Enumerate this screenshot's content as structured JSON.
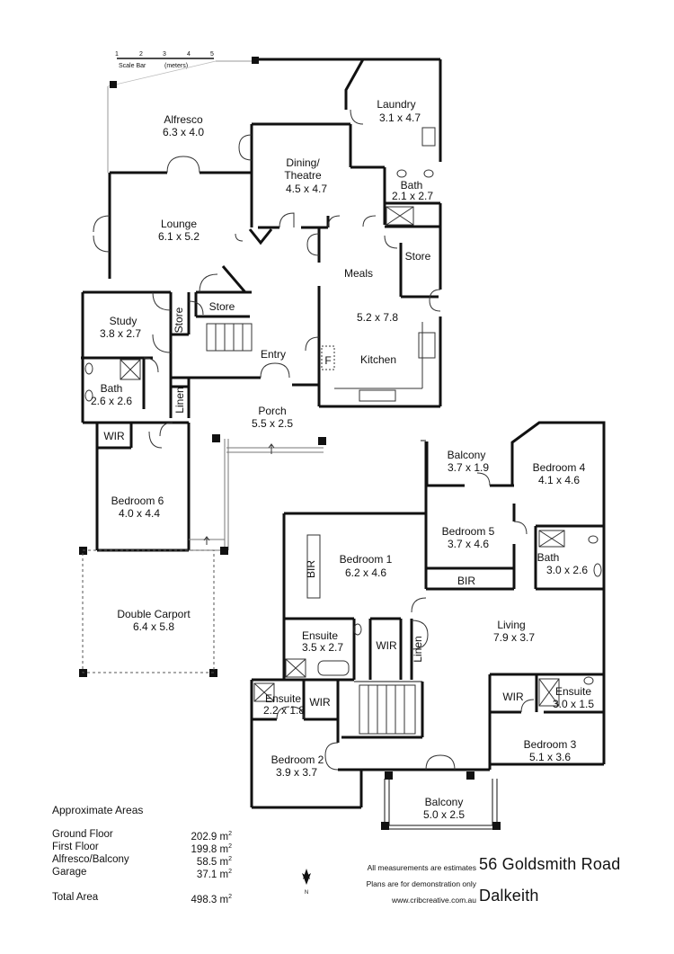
{
  "scale_bar": {
    "ticks": [
      "1",
      "2",
      "3",
      "4",
      "5"
    ],
    "label": "Scale Bar",
    "unit": "(meters)"
  },
  "rooms": {
    "alfresco": {
      "name": "Alfresco",
      "dims": "6.3  x  4.0"
    },
    "dining": {
      "name1": "Dining/",
      "name2": "Theatre",
      "dims": "4.5  x  4.7"
    },
    "laundry": {
      "name": "Laundry",
      "dims": "3.1  x  4.7"
    },
    "bath_upper": {
      "name": "Bath",
      "dims": "2.1  x  2.7"
    },
    "lounge": {
      "name": "Lounge",
      "dims": "6.1  x  5.2"
    },
    "store_right": {
      "name": "Store"
    },
    "meals": {
      "name": "Meals"
    },
    "kitchen": {
      "name": "Kitchen",
      "dims": "5.2  x  7.8",
      "fridge": "F"
    },
    "study": {
      "name": "Study",
      "dims": "3.8  x  2.7"
    },
    "store_vert": {
      "name": "Store"
    },
    "store_mid": {
      "name": "Store"
    },
    "entry": {
      "name": "Entry"
    },
    "bath_left": {
      "name": "Bath",
      "dims": "2.6  x 2.6"
    },
    "linen_ground": {
      "name": "Linen"
    },
    "porch": {
      "name": "Porch",
      "dims": "5.5  x  2.5"
    },
    "wir_ground": {
      "name": "WIR"
    },
    "bedroom6": {
      "name": "Bedroom 6",
      "dims": "4.0  x  4.4"
    },
    "carport": {
      "name": "Double Carport",
      "dims": "6.4  x  5.8"
    },
    "balcony_upper": {
      "name": "Balcony",
      "dims": "3.7  x  1.9"
    },
    "bedroom4": {
      "name": "Bedroom 4",
      "dims": "4.1  x  4.6"
    },
    "bedroom5": {
      "name": "Bedroom 5",
      "dims": "3.7  x  4.6"
    },
    "bir_b5": {
      "name": "BIR"
    },
    "bath_first": {
      "name": "Bath",
      "dims": "3.0  x  2.6"
    },
    "bedroom1": {
      "name": "Bedroom 1",
      "dims": "6.2  x  4.6"
    },
    "bir_b1": {
      "name": "BIR"
    },
    "living": {
      "name": "Living",
      "dims": "7.9  x  3.7"
    },
    "ensuite1": {
      "name": "Ensuite",
      "dims": "3.5  x  2.7"
    },
    "wir_b1": {
      "name": "WIR"
    },
    "linen_first": {
      "name": "Linen"
    },
    "ensuite2": {
      "name": "Ensuite",
      "dims": "2.2  x  1.8"
    },
    "wir_b2": {
      "name": "WIR"
    },
    "wir_b3": {
      "name": "WIR"
    },
    "ensuite3": {
      "name": "Ensuite",
      "dims": "3.0  x 1.5"
    },
    "bedroom3": {
      "name": "Bedroom 3",
      "dims": "5.1  x  3.6"
    },
    "bedroom2": {
      "name": "Bedroom 2",
      "dims": "3.9  x  3.7"
    },
    "balcony_lower": {
      "name": "Balcony",
      "dims": "5.0  x  2.5"
    }
  },
  "areas": {
    "heading": "Approximate Areas",
    "unit_exp": "2",
    "rows": [
      {
        "label": "Ground Floor",
        "value": "202.9 m"
      },
      {
        "label": "First Floor",
        "value": "199.8 m"
      },
      {
        "label": "Alfresco/Balcony",
        "value": "58.5 m"
      },
      {
        "label": "Garage",
        "value": "37.1 m"
      }
    ],
    "total": {
      "label": "Total Area",
      "value": "498.3 m"
    }
  },
  "compass": {
    "label": "N"
  },
  "notes": {
    "line1": "All measurements are estimates",
    "line2": "Plans are for demonstration only",
    "line3": "www.cribcreative.com.au"
  },
  "address": {
    "street": "56 Goldsmith Road",
    "suburb": "Dalkeith"
  }
}
